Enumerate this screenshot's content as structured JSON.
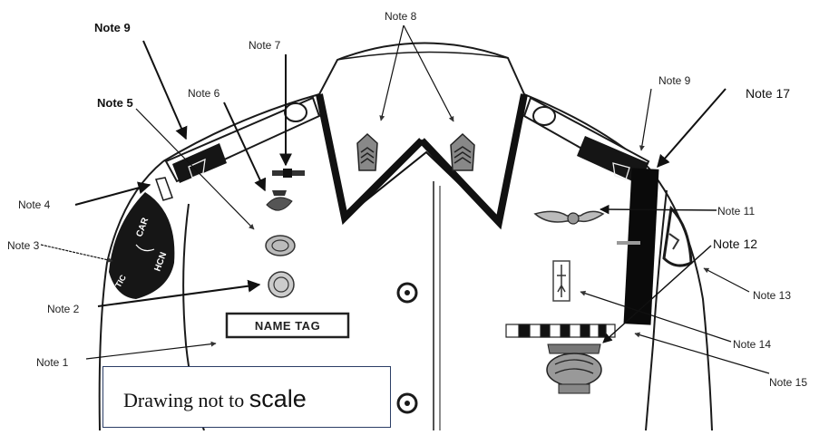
{
  "notes": {
    "n1": "Note 1",
    "n2": "Note 2",
    "n3": "Note 3",
    "n4": "Note 4",
    "n5": "Note 5",
    "n6": "Note 6",
    "n7": "Note 7",
    "n8": "Note 8",
    "n9_left": "Note 9",
    "n9_right": "Note 9",
    "n11": "Note 11",
    "n12": "Note 12",
    "n13": "Note 13",
    "n14": "Note 14",
    "n15": "Note 15",
    "n17": "Note 17"
  },
  "name_tag": "NAME TAG",
  "patch_text_left": "CAR",
  "patch_text_right": "HCN",
  "patch_text_bottom": "TIC",
  "disclaimer": {
    "prefix": "Drawing not to ",
    "emphasis": "scale"
  },
  "colors": {
    "outline": "#1a1a1a",
    "badge": "#444444",
    "arrow": "#111111"
  }
}
